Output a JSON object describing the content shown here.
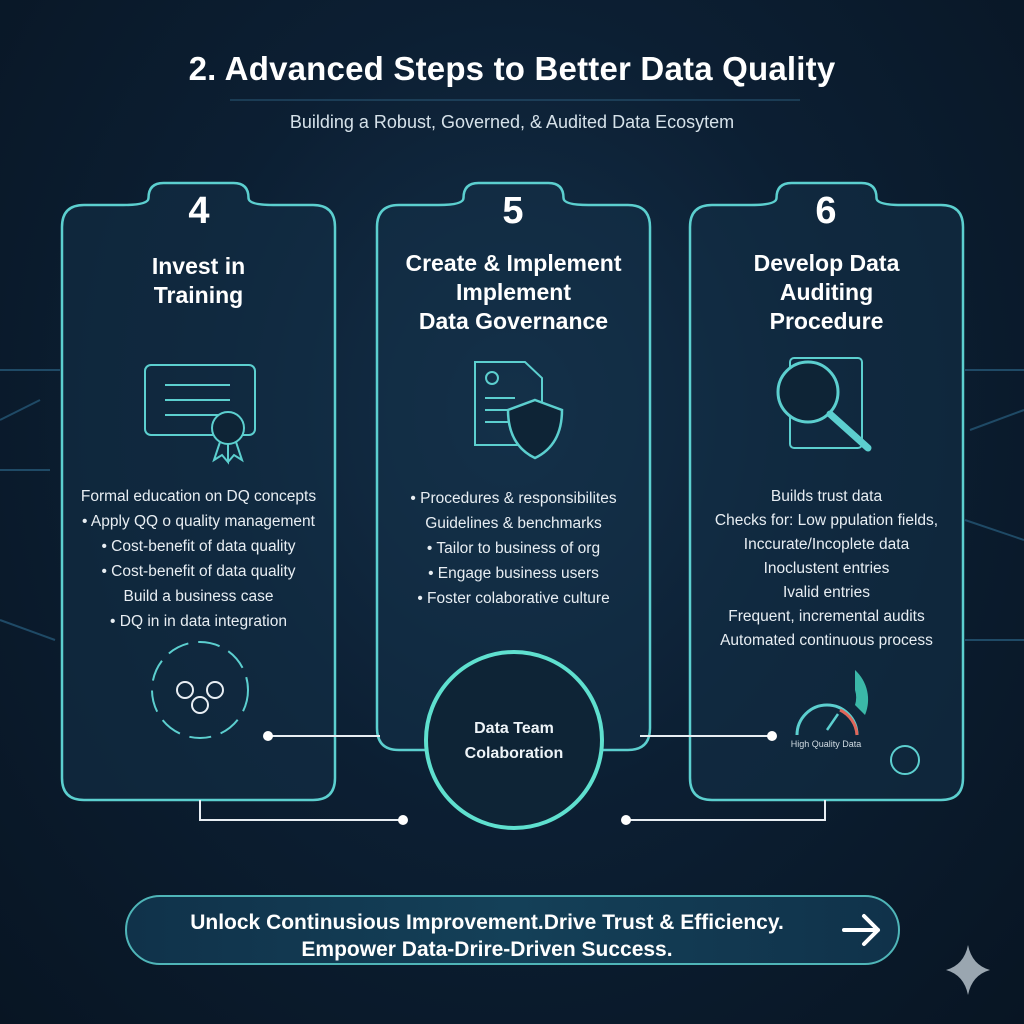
{
  "header": {
    "title": "2. Advanced Steps to Better Data Quality",
    "subtitle": "Building a Robust, Governed, & Audited Data Ecosytem"
  },
  "steps": [
    {
      "number": "4",
      "heading_lines": [
        "Invest in",
        "Training"
      ],
      "icon": "certificate-icon",
      "items": [
        "Formal education on DQ concepts",
        "• Apply QQ o quality management",
        "• Cost-benefit of data quality",
        "• Cost-benefit of data quality",
        "Build a business case",
        "• DQ in in data integration"
      ],
      "bottom_icon": "team-cycle-icon"
    },
    {
      "number": "5",
      "heading_lines": [
        "Create & Implement",
        "Implement",
        "Data Governance"
      ],
      "icon": "document-shield-icon",
      "items": [
        "• Procedures & responsibilites",
        "Guidelines & benchmarks",
        "• Tailor to business of org",
        "• Engage business users",
        "• Foster colaborative culture"
      ]
    },
    {
      "number": "6",
      "heading_lines": [
        "Develop Data",
        "Auditing",
        "Procedure"
      ],
      "icon": "magnifier-document-icon",
      "items": [
        "Builds trust data",
        "Checks for: Low ppulation fields,",
        "Inccurate/Incoplete data",
        "Inoclustent entries",
        "Ivalid entries",
        "Frequent, incremental audits",
        "Automated continuous process"
      ],
      "gauge_label": "High Quality Data"
    }
  ],
  "center": {
    "label_lines": [
      "Data Team",
      "Colaboration"
    ]
  },
  "cta": {
    "lines": [
      "Unlock Continusious Improvement.Drive Trust & Efficiency.",
      "Empower Data-Drire-Driven Success."
    ]
  },
  "colors": {
    "accent": "#5ccfcf",
    "background": "#0c1f33"
  }
}
